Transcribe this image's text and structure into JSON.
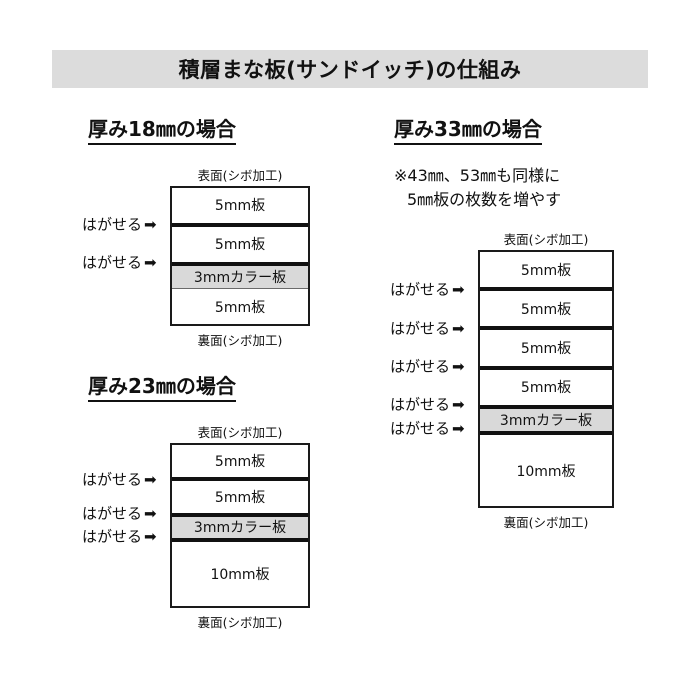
{
  "title": "積層まな板(サンドイッチ)の仕組み",
  "labels": {
    "top_face": "表面(シボ加工)",
    "bottom_face": "裏面(シボ加工)",
    "peel": "はがせる",
    "peel_arrow": "➡"
  },
  "sections": [
    {
      "id": "18mm",
      "heading": "厚み18㎜の場合",
      "note": null,
      "top_face": "表面(シボ加工)",
      "bottom_face": "裏面(シボ加工)",
      "layers": [
        {
          "label": "5mm板",
          "type": "plain",
          "separator_above": false
        },
        {
          "label": "5mm板",
          "type": "plain",
          "separator_above": true
        },
        {
          "label": "3mmカラー板",
          "type": "color",
          "separator_above": true
        },
        {
          "label": "5mm板",
          "type": "plain",
          "separator_above": false
        }
      ],
      "peel_count": 2
    },
    {
      "id": "23mm",
      "heading": "厚み23㎜の場合",
      "note": null,
      "top_face": "表面(シボ加工)",
      "bottom_face": "裏面(シボ加工)",
      "layers": [
        {
          "label": "5mm板",
          "type": "plain",
          "separator_above": false
        },
        {
          "label": "5mm板",
          "type": "plain",
          "separator_above": true
        },
        {
          "label": "3mmカラー板",
          "type": "color",
          "separator_above": true
        },
        {
          "label": "10mm板",
          "type": "plain",
          "separator_above": true
        }
      ],
      "peel_count": 3
    },
    {
      "id": "33mm",
      "heading": "厚み33㎜の場合",
      "note_line_1": "※43㎜、53㎜も同様に",
      "note_line_2": "5㎜板の枚数を増やす",
      "top_face": "表面(シボ加工)",
      "bottom_face": "裏面(シボ加工)",
      "layers": [
        {
          "label": "5mm板",
          "type": "plain",
          "separator_above": false
        },
        {
          "label": "5mm板",
          "type": "plain",
          "separator_above": true
        },
        {
          "label": "5mm板",
          "type": "plain",
          "separator_above": true
        },
        {
          "label": "5mm板",
          "type": "plain",
          "separator_above": true
        },
        {
          "label": "3mmカラー板",
          "type": "color",
          "separator_above": true
        },
        {
          "label": "10mm板",
          "type": "plain",
          "separator_above": true
        }
      ],
      "peel_count": 5
    }
  ],
  "colors": {
    "title_background": "#dcdcdc",
    "color_plate_fill": "#d9d9d9",
    "line": "#1a1a1a",
    "page_background": "#ffffff"
  }
}
